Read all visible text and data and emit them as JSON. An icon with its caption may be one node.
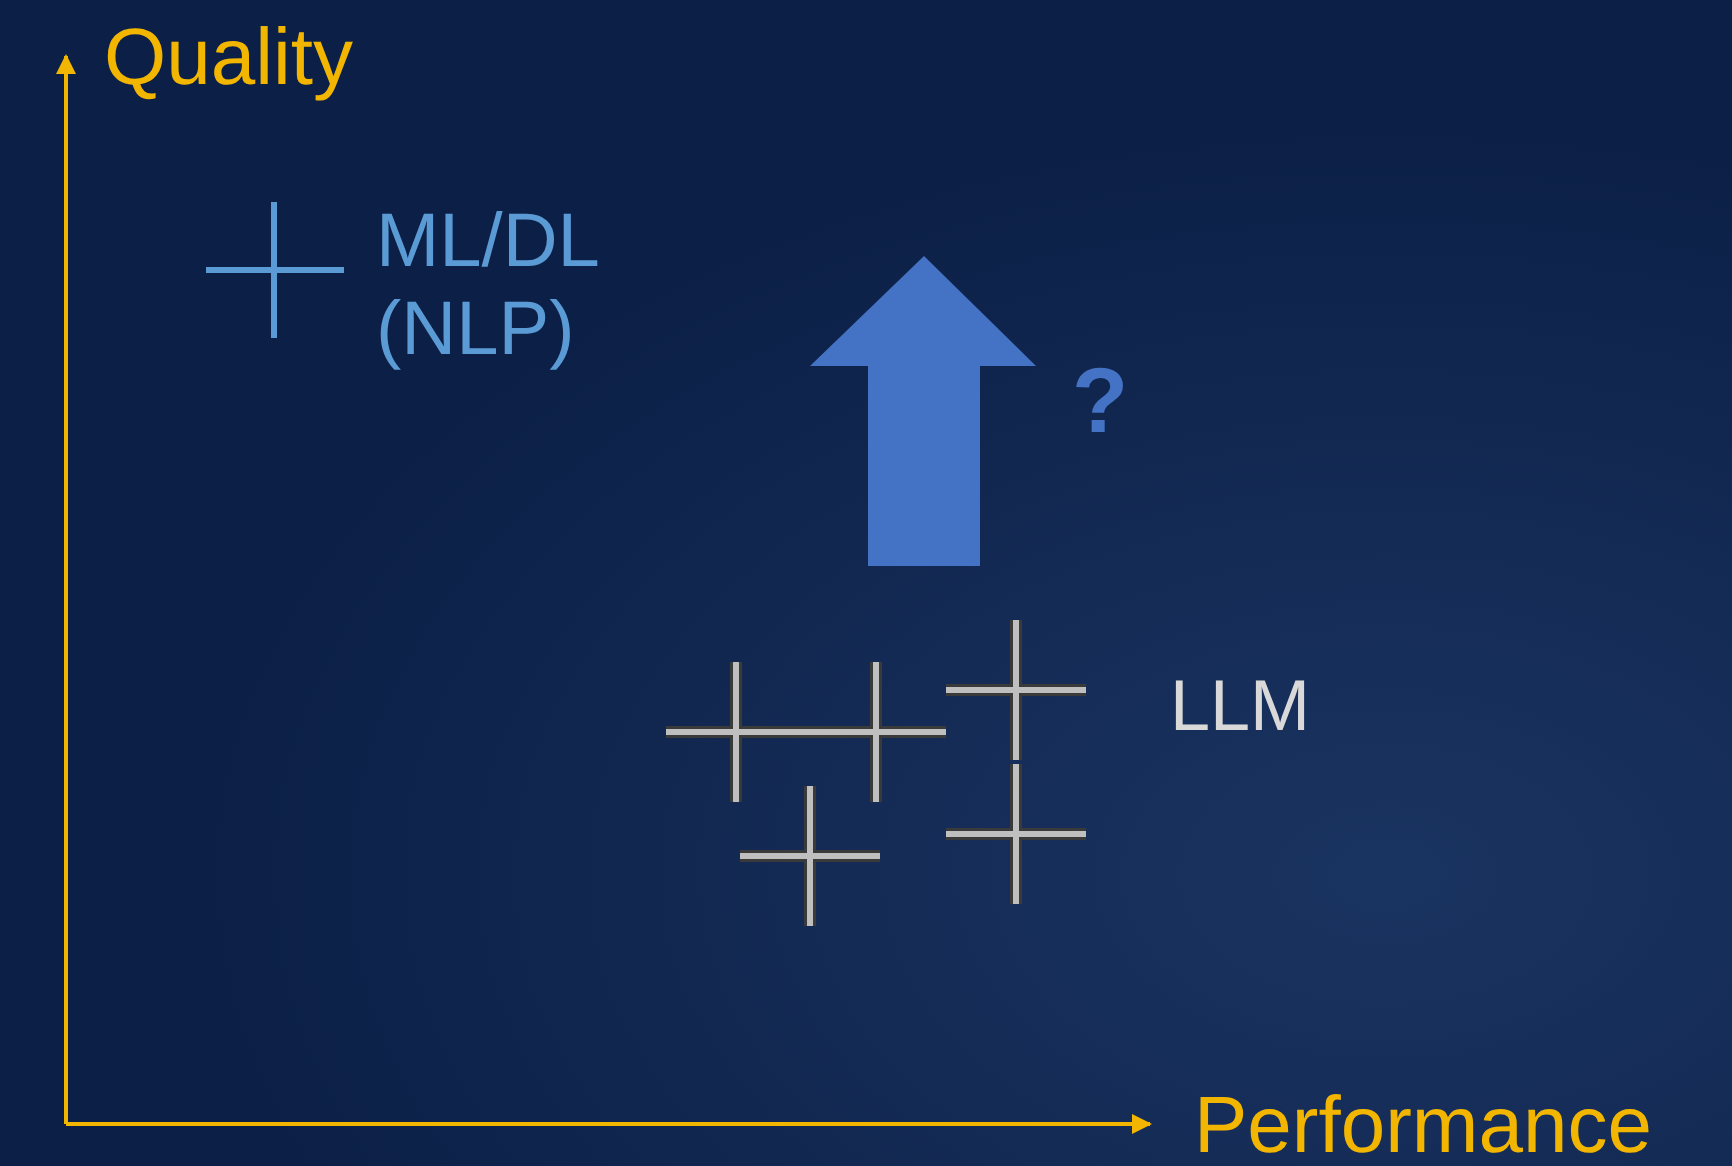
{
  "diagram": {
    "labels": [
      "Quality",
      "ML/DL (NLP)",
      "?",
      "LLM",
      "Performance"
    ]
  }
}
